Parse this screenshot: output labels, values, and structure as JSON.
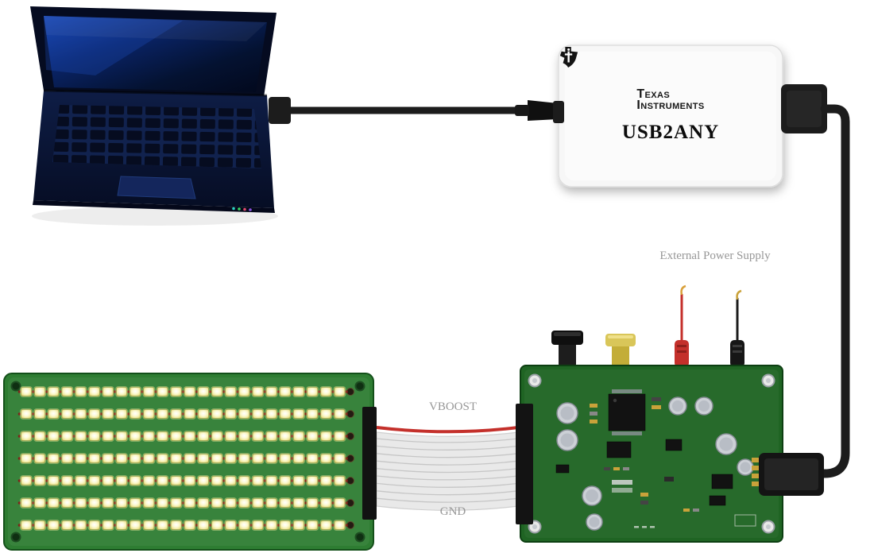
{
  "diagram": {
    "adapter": {
      "brand_line1": "Texas",
      "brand_line2": "Instruments",
      "model": "USB2ANY"
    },
    "labels": {
      "external_power_supply": "External Power Supply",
      "vboost": "VBOOST",
      "gnd": "GND"
    },
    "led_board": {
      "rows": 7,
      "cols": 24
    },
    "colors": {
      "pcb_green_light": "#2e7d32",
      "pcb_green_dark": "#1f6423",
      "cable_black": "#1c1c1c",
      "probe_red": "#c4302b",
      "led_yellow": "#f7f3a8",
      "adapter_body": "#f7f7f7",
      "label_gray": "#979797"
    }
  }
}
